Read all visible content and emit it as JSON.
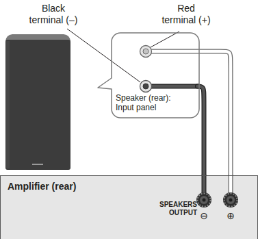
{
  "diagram": {
    "nodes": [
      {
        "text": [
          "Speaker (rear): Input panel"
        ]
      },
      {
        "text": [
          "Amplifier (rear)",
          "SPEAKERS OUTPUT"
        ]
      }
    ],
    "edges": [
      {
        "from": 0,
        "to": 1,
        "arrow": "none"
      },
      {
        "from": 0,
        "to": 1,
        "arrow": "none"
      }
    ],
    "labels": [
      "Black terminal (–)",
      "Red terminal (+)",
      "⊖",
      "⊕"
    ]
  }
}
